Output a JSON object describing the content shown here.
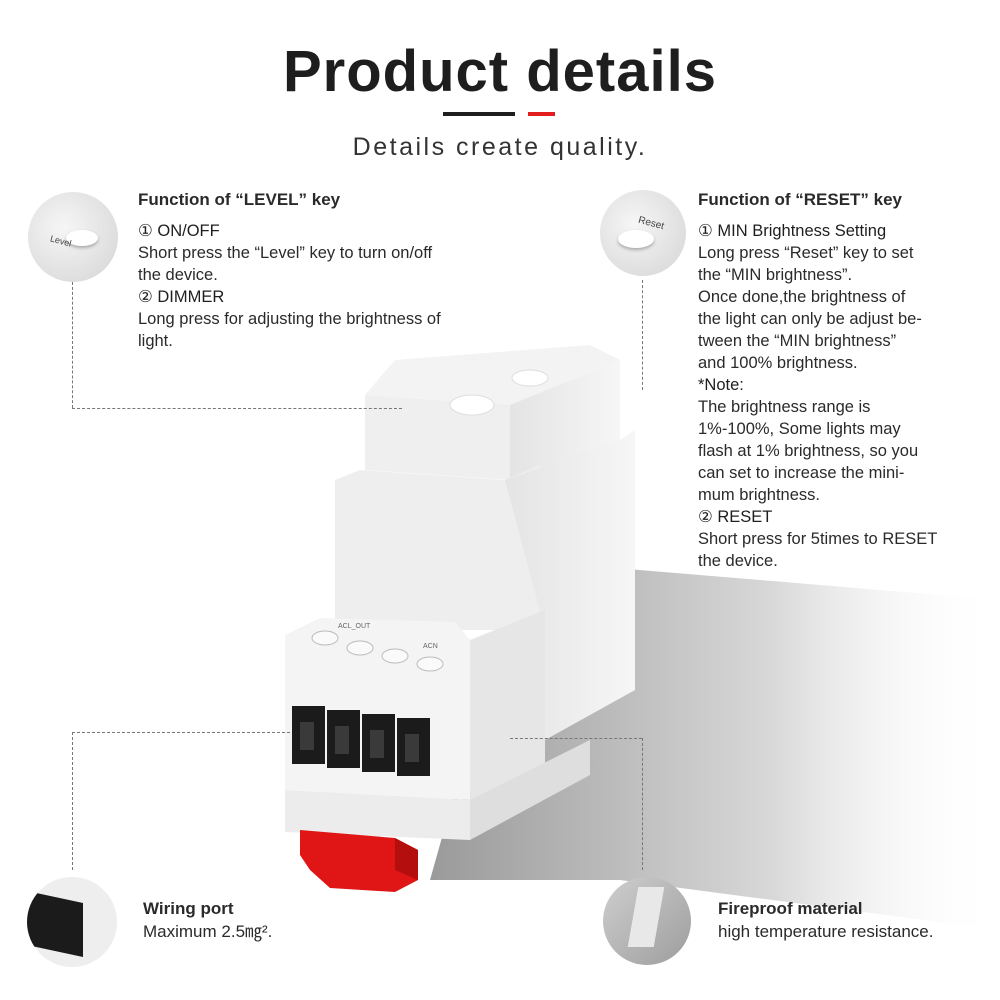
{
  "header": {
    "title": "Product details",
    "subtitle": "Details create quality.",
    "accent_colors": {
      "dark": "#1e1e1e",
      "red": "#e11d1d"
    }
  },
  "level_key": {
    "heading": "Function of “LEVEL” key",
    "button_label": "Level",
    "items": [
      {
        "title": "① ON/OFF",
        "lines": [
          "Short press the “Level” key to turn on/off",
          "the device."
        ]
      },
      {
        "title": "② DIMMER",
        "lines": [
          "Long press for adjusting the brightness of",
          "light."
        ]
      }
    ]
  },
  "reset_key": {
    "heading": "Function of “RESET” key",
    "button_label": "Reset",
    "item1_title": "① MIN Brightness Setting",
    "item1_lines": [
      "Long press “Reset” key to set",
      "the “MIN brightness”.",
      "Once done,the brightness of",
      "the light can only be adjust be-",
      "tween the “MIN brightness”",
      "and 100% brightness."
    ],
    "note_title": "*Note:",
    "note_lines": [
      "The brightness range is",
      "1%-100%, Some lights may",
      "flash at 1% brightness, so you",
      "can set to increase the mini-",
      "mum brightness."
    ],
    "item2_title": "② RESET",
    "item2_lines": [
      "Short press for 5times to RESET",
      "the device."
    ]
  },
  "device": {
    "label_out": "ACL_OUT",
    "label_in": "ACN"
  },
  "wiring_port": {
    "title": "Wiring port",
    "desc": "Maximum 2.5㎎²."
  },
  "fireproof": {
    "title": "Fireproof material",
    "desc": "high temperature resistance."
  }
}
